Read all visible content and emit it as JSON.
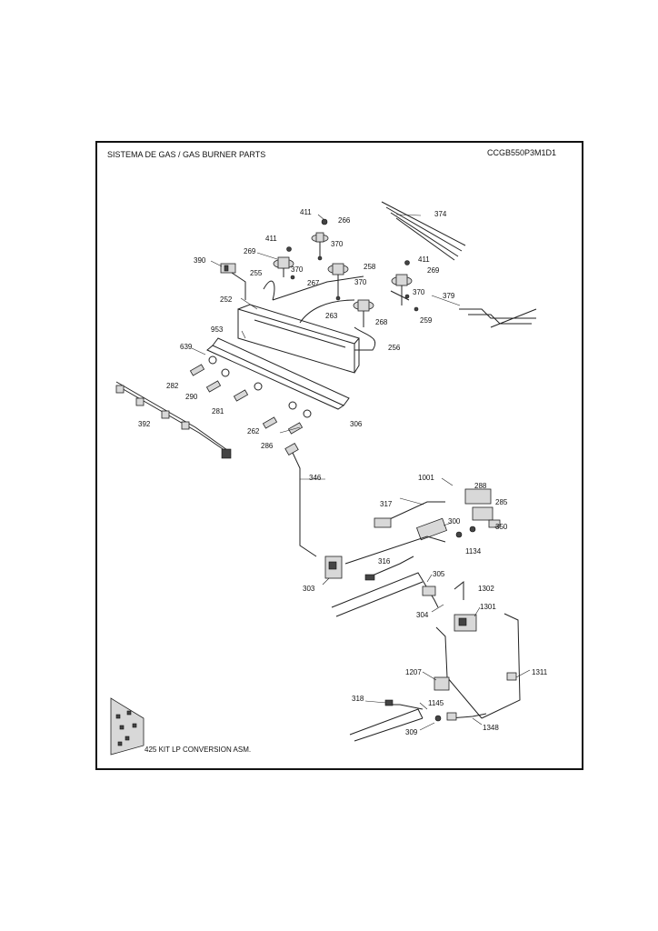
{
  "header": {
    "title": "SISTEMA DE GAS / GAS BURNER PARTS",
    "model": "CCGB550P3M1D1"
  },
  "labels": {
    "p411a": "411",
    "p266": "266",
    "p411b": "411",
    "p370a": "370",
    "p269a": "269",
    "p390": "390",
    "p370b": "370",
    "p255": "255",
    "p258": "258",
    "p267": "267",
    "p370c": "370",
    "p411c": "411",
    "p269b": "269",
    "p370d": "370",
    "p252": "252",
    "p263": "263",
    "p268": "268",
    "p259": "259",
    "p953": "953",
    "p256": "256",
    "p374": "374",
    "p379": "379",
    "p639": "639",
    "p282": "282",
    "p290": "290",
    "p281": "281",
    "p392": "392",
    "p262": "262",
    "p306": "306",
    "p286": "286",
    "p346": "346",
    "p1001": "1001",
    "p288": "288",
    "p285": "285",
    "p317": "317",
    "p300": "300",
    "p350": "350",
    "p1134": "1134",
    "p316": "316",
    "p303": "303",
    "p305": "305",
    "p1302": "1302",
    "p304": "304",
    "p1301": "1301",
    "p1311": "1311",
    "p1207": "1207",
    "p318": "318",
    "p1145": "1145",
    "p309": "309",
    "p1348": "1348"
  },
  "kit_label": "425 KIT LP CONVERSION ASM."
}
